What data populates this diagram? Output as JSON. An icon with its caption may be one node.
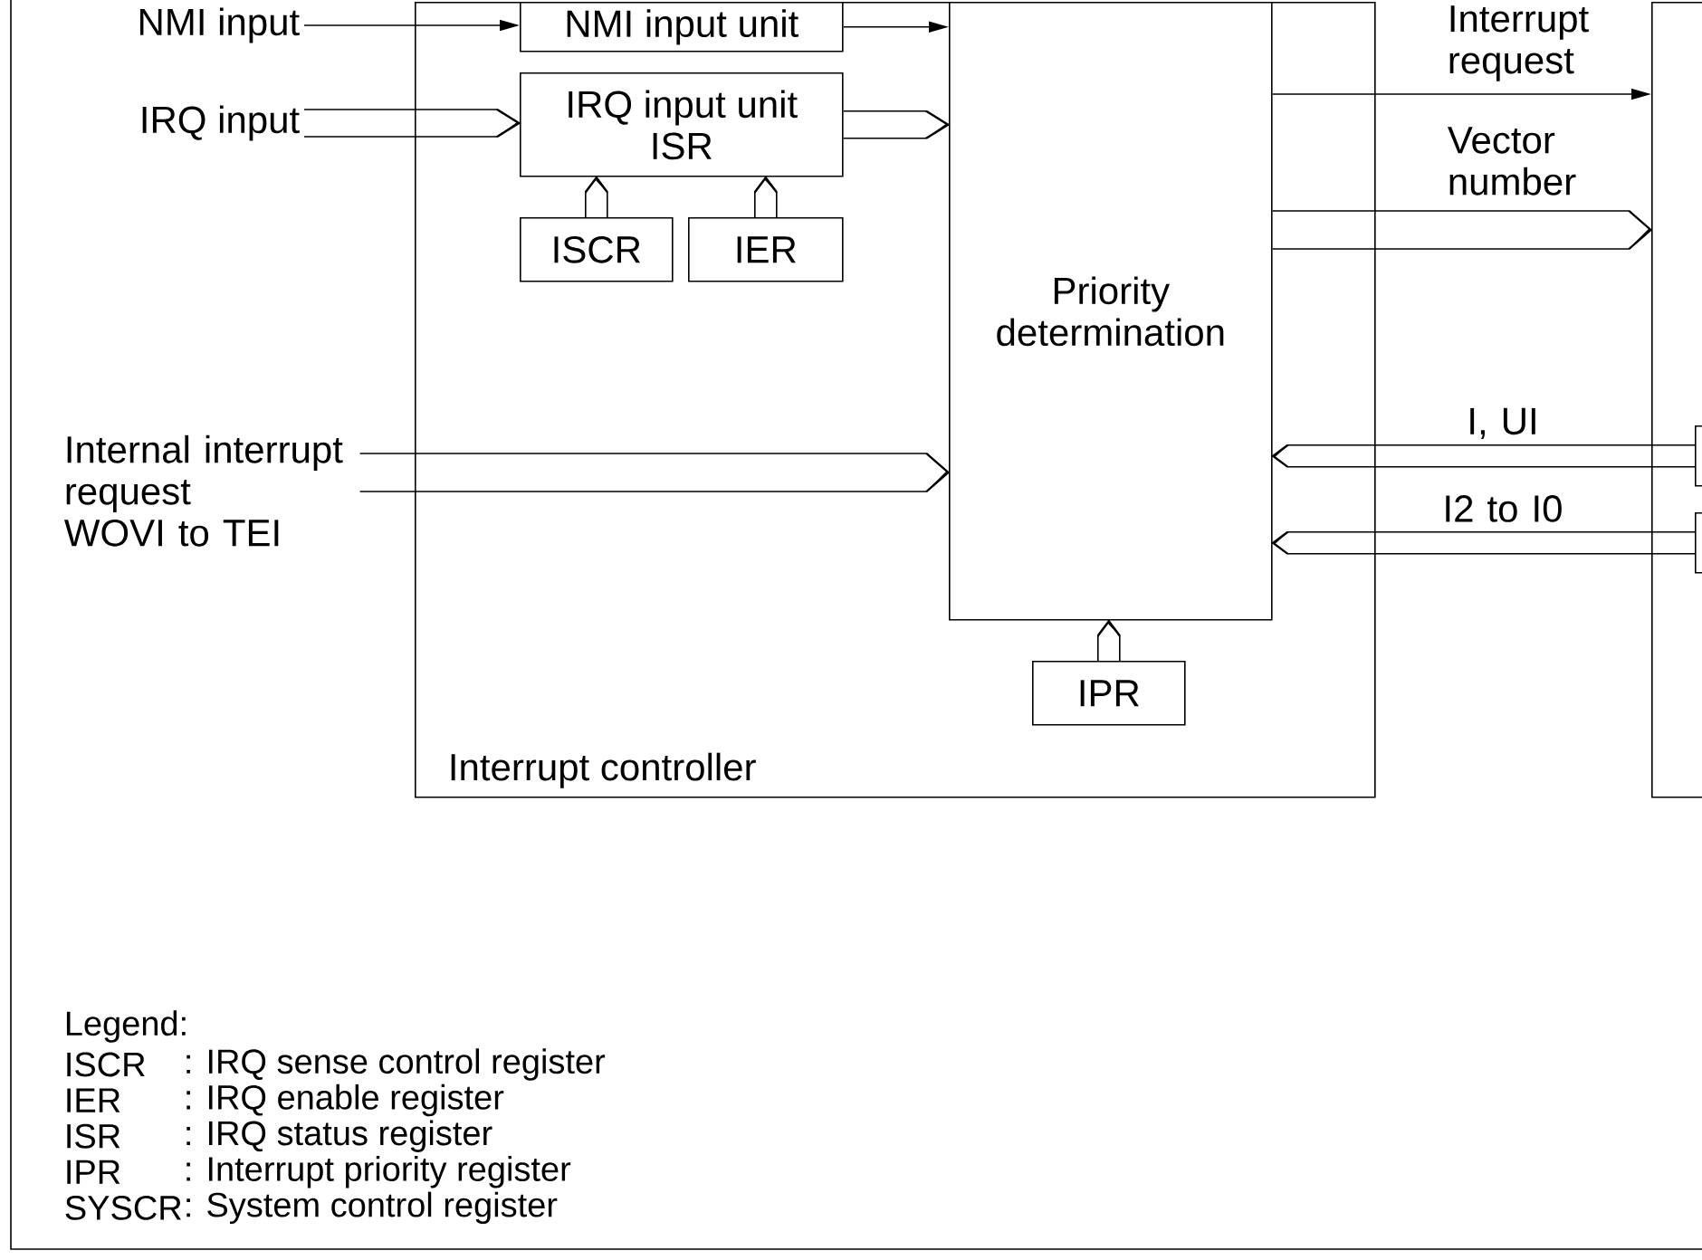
{
  "diagram": {
    "nodes": [
      {
        "text": [
          "Interrupt controller"
        ]
      },
      {
        "text": [
          "NMI input"
        ]
      },
      {
        "text": [
          "NMI input unit"
        ],
        "in": 0
      },
      {
        "text": [
          "IRQ input"
        ]
      },
      {
        "text": [
          "IRQ input unit",
          "ISR"
        ],
        "in": 0
      },
      {
        "text": [
          "ISCR"
        ],
        "in": 0
      },
      {
        "text": [
          "IER"
        ],
        "in": 0
      },
      {
        "text": [
          "Priority determination"
        ],
        "in": 0
      },
      {
        "text": [
          "IPR"
        ],
        "in": 0
      },
      {
        "text": [
          "Internal interrupt request WOVI to TEI"
        ]
      },
      {
        "text": [],
        "shape": "box"
      },
      {
        "text": [],
        "shape": "box",
        "in": 10
      },
      {
        "text": [],
        "shape": "box",
        "in": 10
      }
    ],
    "edges": [
      {
        "from": 1,
        "to": 2,
        "arrow": "to"
      },
      {
        "from": 2,
        "to": 7,
        "arrow": "to"
      },
      {
        "from": 3,
        "to": 4,
        "arrow": "to"
      },
      {
        "from": 4,
        "to": 7,
        "arrow": "to"
      },
      {
        "from": 5,
        "to": 4,
        "arrow": "to"
      },
      {
        "from": 6,
        "to": 4,
        "arrow": "to"
      },
      {
        "from": 9,
        "to": 7,
        "arrow": "to"
      },
      {
        "from": 8,
        "to": 7,
        "arrow": "to"
      },
      {
        "from": 7,
        "to": 10,
        "arrow": "to",
        "label": "Interrupt request"
      },
      {
        "from": 7,
        "to": 10,
        "arrow": "to",
        "label": "Vector number"
      },
      {
        "from": 11,
        "to": 7,
        "arrow": "to",
        "label": "I, UI"
      },
      {
        "from": 12,
        "to": 7,
        "arrow": "to",
        "label": "I2 to I0"
      }
    ],
    "labels": [
      "Legend:",
      "ISCR",
      ": IRQ sense control register",
      "IER",
      ": IRQ enable register",
      "ISR",
      ": IRQ status register",
      "IPR",
      ": Interrupt priority register",
      "SYSCR",
      ": System control register"
    ]
  }
}
